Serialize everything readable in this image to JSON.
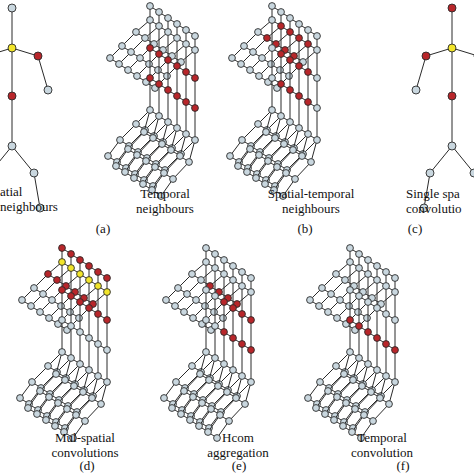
{
  "diagram": {
    "labels": [
      "atial neighbours",
      "Temporal neighbours",
      "Spatial-temporal neighbours",
      "Single spa convolutio",
      "(a)",
      "(b)",
      "(c)",
      "Mul-spatial convolutions",
      "(d)",
      "Hcom aggregation",
      "(e)",
      "Temporal convolution",
      "(f)"
    ]
  }
}
